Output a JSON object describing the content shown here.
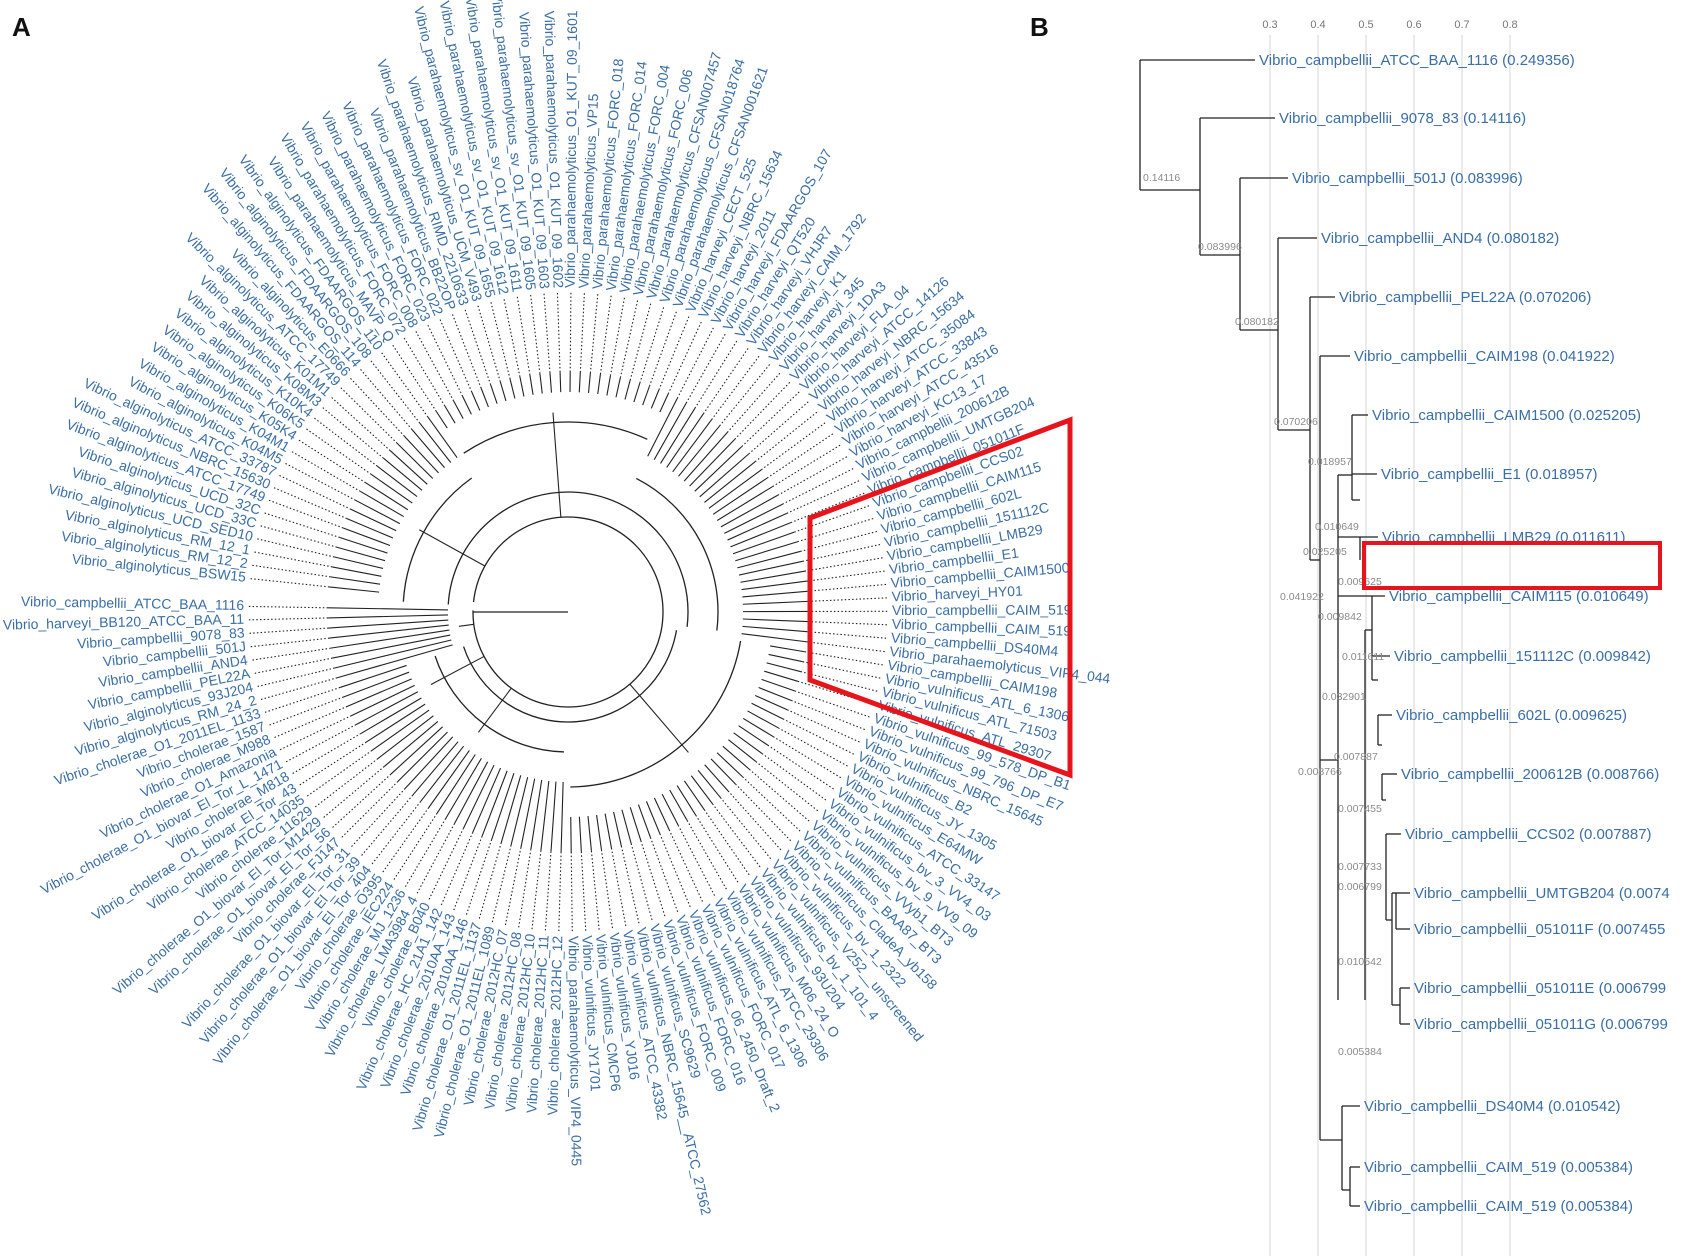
{
  "panels": {
    "a_label": "A",
    "b_label": "B"
  },
  "colors": {
    "label_blue": "#3a6ea5",
    "branch": "#222222",
    "highlight": "#e8141b",
    "grid": "#d6d6d6",
    "support": "#8a8a8a"
  },
  "panel_a": {
    "leaves": [
      "Vibrio_campbellii_ATCC_BAA_1116",
      "Vibrio_harveyi_BB120_ATCC_BAA_11",
      "Vibrio_campbellii_9078_83",
      "Vibrio_campbellii_501J",
      "Vibrio_campbellii_AND4",
      "Vibrio_campbellii_PEL22A",
      "Vibrio_alginolyticus_93J204",
      "Vibrio_alginolyticus_RM_24_2",
      "Vibrio_cholerae_O1_2011EL_1133",
      "Vibrio_cholerae_1587",
      "Vibrio_cholerae_M988",
      "Vibrio_cholerae_O1_Amazonia",
      "Vibrio_cholerae_O1_biovar_El_Tor_L_1471",
      "Vibrio_cholerae_M818",
      "Vibrio_cholerae_O1_biovar_El_Tor_43",
      "Vibrio_cholerae_ATCC_14035",
      "Vibrio_cholerae_11629",
      "Vibrio_cholerae_O1_biovar_El_Tor_M1429",
      "Vibrio_cholerae_O1_biovar_El_Tor_56",
      "Vibrio_cholerae_FJ147",
      "Vibrio_cholerae_O1_biovar_El_Tor_31",
      "Vibrio_cholerae_O1_biovar_El_Tor_39",
      "Vibrio_cholerae_O1_biovar_El_Tor_404",
      "Vibrio_cholerae_O395",
      "Vibrio_cholerae_IEC224",
      "Vibrio_cholerae_MJ_1236",
      "Vibrio_cholerae_LMA3984_4",
      "Vibrio_cholerae_B040",
      "Vibrio_cholerae_HC_21A1_142",
      "Vibrio_cholerae_2010AA_143",
      "Vibrio_cholerae_2010AA_146",
      "Vibrio_cholerae_O1_2011EL_1137",
      "Vibrio_cholerae_O1_2011EL_1089",
      "Vibrio_cholerae_2012HC_07",
      "Vibrio_cholerae_2012HC_08",
      "Vibrio_cholerae_2012HC_10",
      "Vibrio_cholerae_2012HC_11",
      "Vibrio_cholerae_2012HC_12",
      "Vibrio_parahaemolyticus_VIP4_0445",
      "Vibrio_vulnificus_JY1701",
      "Vibrio_vulnificus_CMCP6",
      "Vibrio_vulnificus_YJ016",
      "Vibrio_vulnificus_ATCC_43382",
      "Vibrio_vulnificus_NBRC_15645__ATCC_27562",
      "Vibrio_vulnificus_SC9629",
      "Vibrio_vulnificus_FORC_009",
      "Vibrio_vulnificus_FORC_016",
      "Vibrio_vulnificus_06_2450_Draft_2",
      "Vibrio_vulnificus_FORC_017",
      "Vibrio_vulnificus_ATL_6_1306",
      "Vibrio_vulnificus_ATCC_29306",
      "Vibrio_vulnificus_M06_24_O",
      "Vibrio_vulnificus_93U204",
      "Vibrio_vulnificus_bv_1_101_4",
      "Vibrio_vulnificus_V252__unscreened",
      "Vibrio_vulnificus_bv_1_2322",
      "Vibrio_vulnificus_CladeA_yb158",
      "Vibrio_vulnificus_BAA87_BT3",
      "Vibrio_vulnificus_VVyb1_BT3",
      "Vibrio_vulnificus_bv_9_VV9_09",
      "Vibrio_vulnificus_bv_3_VV4_03",
      "Vibrio_vulnificus_ATCC_33147",
      "Vibrio_vulnificus_E64MW",
      "Vibrio_vulnificus_JY_1305",
      "Vibrio_vulnificus_B2",
      "Vibrio_vulnificus_NBRC_15645",
      "Vibrio_vulnificus_99_796_DP_E7",
      "Vibrio_vulnificus_99_578_DP_B1",
      "Vibrio_vulnificus_ATL_29307",
      "Vibrio_vulnificus_ATL_71503",
      "Vibrio_vulnificus_ATL_6_1306",
      "Vibrio_campbellii_CAIM198",
      "Vibrio_parahaemolyticus_VIP4_0443",
      "Vibrio_campbellii_DS40M4",
      "Vibrio_campbellii_CAIM_519",
      "Vibrio_campbellii_CAIM_519",
      "Vibrio_harveyi_HY01",
      "Vibrio_campbellii_CAIM1500",
      "Vibrio_campbellii_E1",
      "Vibrio_campbellii_LMB29",
      "Vibrio_campbellii_151112C",
      "Vibrio_campbellii_602L",
      "Vibrio_campbellii_CAIM115",
      "Vibrio_campbellii_CCS02",
      "Vibrio_campbellii_051011F",
      "Vibrio_campbellii_UMTGB204",
      "Vibrio_campbellii_200612B",
      "Vibrio_harveyi_KC13_17",
      "Vibrio_harveyi_ATCC_43516",
      "Vibrio_harveyi_ATCC_33843",
      "Vibrio_harveyi_ATCC_35084",
      "Vibrio_harveyi_NBRC_15634",
      "Vibrio_harveyi_ATCC_14126",
      "Vibrio_harveyi_FLA_04",
      "Vibrio_harveyi_1DA3",
      "Vibrio_harveyi_345",
      "Vibrio_harveyi_K1",
      "Vibrio_harveyi_CAIM_1792",
      "Vibrio_harveyi_VHJR7",
      "Vibrio_harveyi_QT520",
      "Vibrio_harveyi_FDAARGOS_107",
      "Vibrio_harveyi_2011",
      "Vibrio_harveyi_NBRC_15634",
      "Vibrio_harveyi_CECT_525",
      "Vibrio_parahaemolyticus_CFSAN001621",
      "Vibrio_parahaemolyticus_CFSAN018764",
      "Vibrio_parahaemolyticus_CFSAN007457",
      "Vibrio_parahaemolyticus_FORC_006",
      "Vibrio_parahaemolyticus_FORC_004",
      "Vibrio_parahaemolyticus_FORC_014",
      "Vibrio_parahaemolyticus_FORC_018",
      "Vibrio_parahaemolyticus_VP15",
      "Vibrio_parahaemolyticus_O1_KUT_09_1601",
      "Vibrio_parahaemolyticus_O1_KUT_09_1602",
      "Vibrio_parahaemolyticus_O1_KUT_09_1603",
      "Vibrio_parahaemolyticus_sv_O1_KUT_09_1605",
      "Vibrio_parahaemolyticus_sv_O1_KUT_09_1611",
      "Vibrio_parahaemolyticus_sv_O1_KUT_09_1612",
      "Vibrio_parahaemolyticus_sv_O1_KUT_09_1655",
      "Vibrio_parahaemolyticus_UCM_V493",
      "Vibrio_parahaemolyticus_RIMD_2210633",
      "Vibrio_parahaemolyticus_BB22OP",
      "Vibrio_parahaemolyticus_FORC_022",
      "Vibrio_parahaemolyticus_FORC_023",
      "Vibrio_parahaemolyticus_FORC_008",
      "Vibrio_parahaemolyticus_FORC_072",
      "Vibrio_parahaemolyticus_MAVP_Q",
      "Vibrio_alginolyticus_FDAARGOS_110",
      "Vibrio_alginolyticus_FDAARGOS_108",
      "Vibrio_alginolyticus_FDAARGOS_114",
      "Vibrio_alginolyticus_E0666",
      "Vibrio_alginolyticus_ATCC_17749",
      "Vibrio_alginolyticus_K01M1",
      "Vibrio_alginolyticus_K08M3",
      "Vibrio_alginolyticus_K10K4",
      "Vibrio_alginolyticus_K06K5",
      "Vibrio_alginolyticus_K05K4",
      "Vibrio_alginolyticus_K04M1",
      "Vibrio_alginolyticus_K04M5",
      "Vibrio_alginolyticus_ATCC_33787",
      "Vibrio_alginolyticus_NBRC_15630",
      "Vibrio_alginolyticus_ATCC_17749",
      "Vibrio_alginolyticus_UCD_32C",
      "Vibrio_alginolyticus_UCD_33C",
      "Vibrio_alginolyticus_UCD_SED10",
      "Vibrio_alginolyticus_RM_12_1",
      "Vibrio_alginolyticus_RM_12_2",
      "Vibrio_alginolyticus_BSW15"
    ]
  },
  "panel_b": {
    "axis_ticks": [
      "0.3",
      "0.4",
      "0.5",
      "0.6",
      "0.7",
      "0.8"
    ],
    "leaves": [
      {
        "name": "Vibrio_campbellii_ATCC_BAA_1116",
        "value": "(0.249356)"
      },
      {
        "name": "Vibrio_campbellii_9078_83",
        "value": "(0.14116)"
      },
      {
        "name": "Vibrio_campbellii_501J",
        "value": "(0.083996)"
      },
      {
        "name": "Vibrio_campbellii_AND4",
        "value": "(0.080182)"
      },
      {
        "name": "Vibrio_campbellii_PEL22A",
        "value": "(0.070206)"
      },
      {
        "name": "Vibrio_campbellii_CAIM198",
        "value": "(0.041922)"
      },
      {
        "name": "Vibrio_campbellii_CAIM1500",
        "value": "(0.025205)"
      },
      {
        "name": "Vibrio_campbellii_E1",
        "value": "(0.018957)"
      },
      {
        "name": "Vibrio_campbellii_LMB29",
        "value": "(0.011611)"
      },
      {
        "name": "Vibrio_campbellii_CAIM115",
        "value": "(0.010649)"
      },
      {
        "name": "Vibrio_campbellii_151112C",
        "value": "(0.009842)"
      },
      {
        "name": "Vibrio_campbellii_602L",
        "value": "(0.009625)"
      },
      {
        "name": "Vibrio_campbellii_200612B",
        "value": "(0.008766)"
      },
      {
        "name": "Vibrio_campbellii_CCS02",
        "value": "(0.007887)"
      },
      {
        "name": "Vibrio_campbellii_UMTGB204",
        "value": "(0.0074"
      },
      {
        "name": "Vibrio_campbellii_051011F",
        "value": "(0.007455"
      },
      {
        "name": "Vibrio_campbellii_051011E",
        "value": "(0.006799"
      },
      {
        "name": "Vibrio_campbellii_051011G",
        "value": "(0.006799"
      },
      {
        "name": "Vibrio_campbellii_DS40M4",
        "value": "(0.010542)"
      },
      {
        "name": "Vibrio_campbellii_CAIM_519",
        "value": "(0.005384)"
      },
      {
        "name": "Vibrio_campbellii_CAIM_519",
        "value": "(0.005384)"
      }
    ],
    "highlighted_leaf": "Vibrio_campbellii_LMB29",
    "node_supports": [
      "0.14116",
      "0.083996",
      "0.080182",
      "0.070206",
      "0.025205",
      "0.018957",
      "0.041922",
      "0.011611",
      "0.010649",
      "0.009842",
      "0.009625",
      "0.032901",
      "0.008766",
      "0.007887",
      "0.007455",
      "0.007733",
      "0.006799",
      "0.010542",
      "0.005384"
    ]
  }
}
